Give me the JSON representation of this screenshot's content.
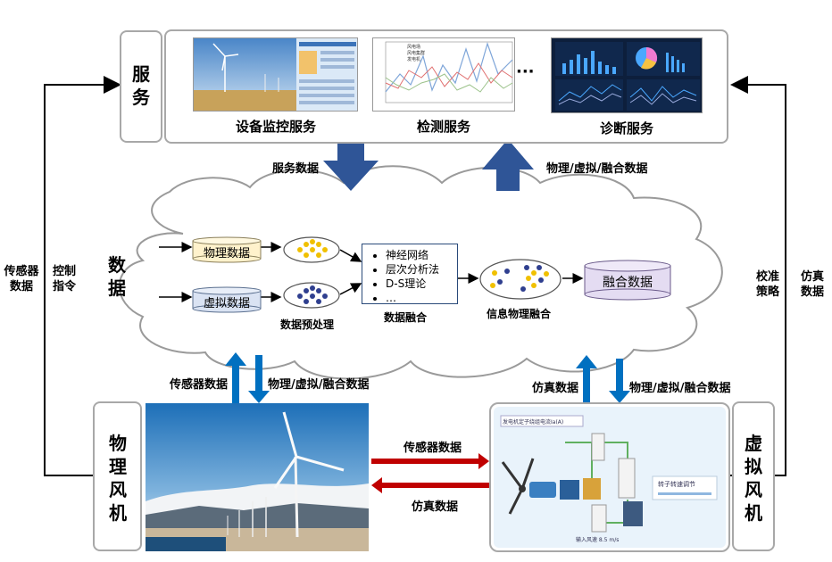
{
  "layers": {
    "service": "服务",
    "data": "数据",
    "physical": "物理风机",
    "virtual": "虚拟风机"
  },
  "services": {
    "monitor": "设备监控服务",
    "detect": "检测服务",
    "ellipsis": "···",
    "diagnose": "诊断服务",
    "detect_legend": [
      "风电场",
      "风电集群",
      "发电机"
    ]
  },
  "data_layer": {
    "physical_data": "物理数据",
    "virtual_data": "虚拟数据",
    "preprocess": "数据预处理",
    "methods": [
      "神经网络",
      "层次分析法",
      "D-S理论",
      "…"
    ],
    "fusion_label": "数据融合",
    "cps_fusion": "信息物理融合",
    "fused_data": "融合数据"
  },
  "arrows": {
    "service_data": "服务数据",
    "pvf_data_top": "物理/虚拟/融合数据",
    "sensor_data_left": "传感器数据",
    "pvf_data_left": "物理/虚拟/融合数据",
    "sim_data_right": "仿真数据",
    "pvf_data_right": "物理/虚拟/融合数据",
    "sensor_data_mid": "传感器数据",
    "sim_data_mid": "仿真数据"
  },
  "side": {
    "left_outer": "传感器数据",
    "left_inner": "控制指令",
    "right_inner": "校准策略",
    "right_outer": "仿真数据"
  },
  "virtual_panel": {
    "title": "发电机定子绕组电流Ia(A)",
    "legend": "转子转速调节",
    "bottom": "输入风速  8.5  m/s"
  },
  "colors": {
    "service_arrow": "#2f5597",
    "blue_arrow": "#0070c0",
    "red_arrow": "#c00000",
    "phys_cyl": "#fff2cc",
    "virt_cyl": "#dae3f3",
    "fused_cyl": "#e4dcf2"
  }
}
